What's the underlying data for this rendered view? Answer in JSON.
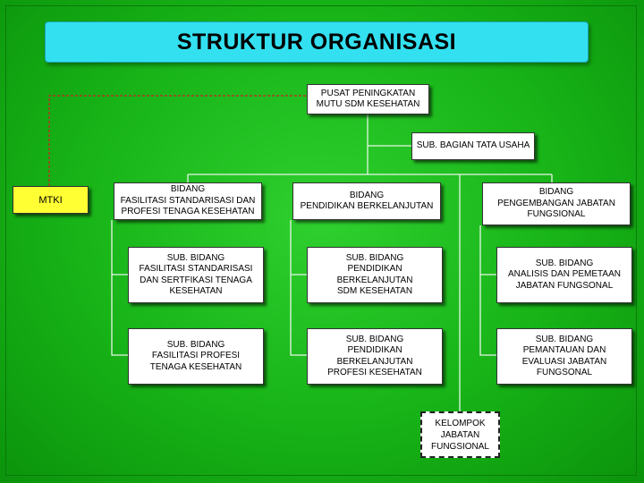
{
  "title": "STRUKTUR  ORGANISASI",
  "nodes": {
    "pusat": "PUSAT PENINGKATAN\nMUTU SDM KESEHATAN",
    "tata_usaha": "SUB. BAGIAN TATA USAHA",
    "mtki": "MTKI",
    "bidang_fasilitasi": "BIDANG\nFASILITASI STANDARISASI DAN\nPROFESI TENAGA KESEHATAN",
    "bidang_pendidikan": "BIDANG\nPENDIDIKAN BERKELANJUTAN",
    "bidang_pengembangan": "BIDANG\nPENGEMBANGAN JABATAN\nFUNGSIONAL",
    "sub_fasilitasi_standarisasi": "SUB. BIDANG\nFASILITASI STANDARISASI\nDAN SERTFIKASI TENAGA\nKESEHATAN",
    "sub_pendidikan_sdm": "SUB. BIDANG\nPENDIDIKAN BERKELANJUTAN\nSDM KESEHATAN",
    "sub_analisis": "SUB. BIDANG\nANALISIS DAN PEMETAAN\nJABATAN FUNGSONAL",
    "sub_fasilitasi_profesi": "SUB. BIDANG\nFASILITASI PROFESI\nTENAGA KESEHATAN",
    "sub_pendidikan_profesi": "SUB. BIDANG\nPENDIDIKAN BERKELANJUTAN\nPROFESI KESEHATAN",
    "sub_pemantauan": "SUB. BIDANG\nPEMANTAUAN DAN\nEVALUASI JABATAN\nFUNGSONAL",
    "kelompok": "KELOMPOK\nJABATAN\nFUNGSIONAL"
  },
  "colors": {
    "background": "#17b317",
    "title_box": "#33e0f0",
    "mtki_box": "#ffff33",
    "dashed_line": "#cc2222"
  }
}
